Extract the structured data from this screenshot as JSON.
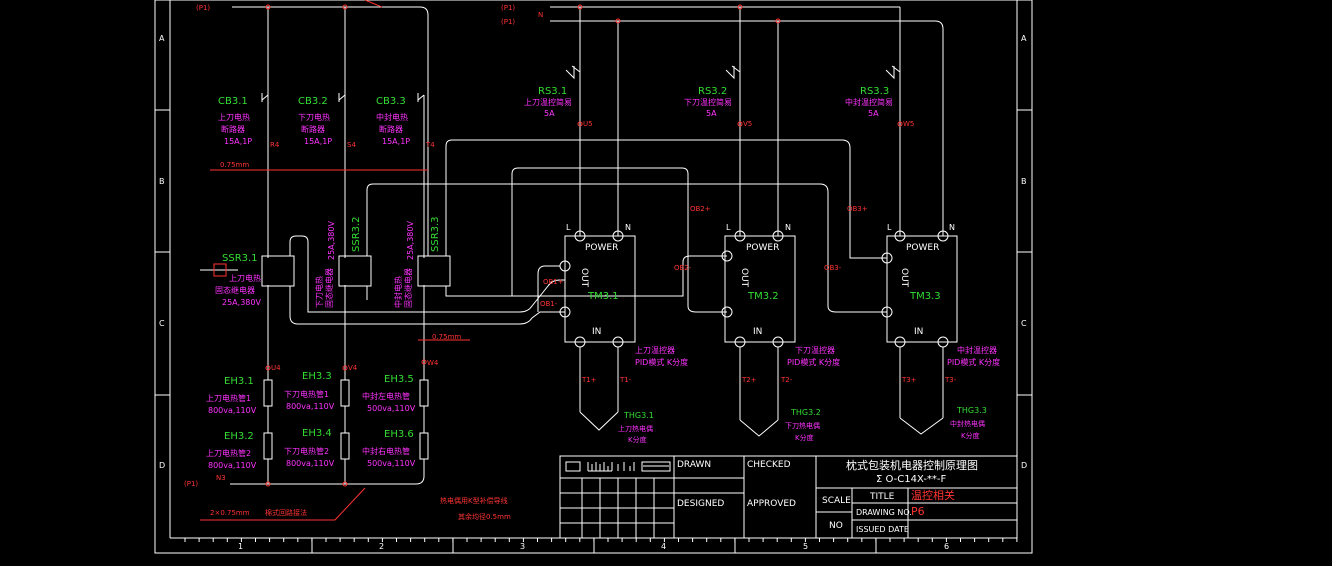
{
  "border": {
    "rows": [
      "A",
      "B",
      "C",
      "D"
    ],
    "cols": [
      "1",
      "2",
      "3",
      "4",
      "5",
      "6"
    ]
  },
  "breakers": [
    {
      "tag": "CB3.1",
      "line1": "上刀电热",
      "line2": "断路器",
      "rating": "15A,1P",
      "wire": "R4"
    },
    {
      "tag": "CB3.2",
      "line1": "下刀电热",
      "line2": "断路器",
      "rating": "15A,1P",
      "wire": "S4"
    },
    {
      "tag": "CB3.3",
      "line1": "中封电热",
      "line2": "断路器",
      "rating": "15A,1P",
      "wire": "T4"
    }
  ],
  "relays": [
    {
      "tag": "RS3.1",
      "line1": "上刀温控简易",
      "rating": "5A",
      "wire": "U5"
    },
    {
      "tag": "RS3.2",
      "line1": "下刀温控简易",
      "rating": "5A",
      "wire": "V5"
    },
    {
      "tag": "RS3.3",
      "line1": "中封温控简易",
      "rating": "5A",
      "wire": "W5"
    }
  ],
  "ssr": [
    {
      "tag": "SSR3.1",
      "line1": "上刀电热",
      "line2": "固态继电器",
      "rating": "25A,380V"
    },
    {
      "tag": "SSR3.2",
      "line1": "下刀电热",
      "line2": "固态继电器",
      "rating": "25A,380V"
    },
    {
      "tag": "SSR3.3",
      "line1": "中封电热",
      "line2": "固态继电器",
      "rating": "25A,380V"
    }
  ],
  "controllers": [
    {
      "tag": "TM3.1",
      "power": "POWER",
      "out": "OUT",
      "in": "IN",
      "desc1": "上刀温控器",
      "desc2": "PID模式 K分度",
      "wire_out_p": "OB1+",
      "wire_out_n": "OB1-",
      "tc_p": "T1+",
      "tc_n": "T1-"
    },
    {
      "tag": "TM3.2",
      "power": "POWER",
      "out": "OUT",
      "in": "IN",
      "desc1": "下刀温控器",
      "desc2": "PID模式 K分度",
      "wire_out_p": "OB2+",
      "wire_out_n": "OB2-",
      "tc_p": "T2+",
      "tc_n": "T2-"
    },
    {
      "tag": "TM3.3",
      "power": "POWER",
      "out": "OUT",
      "in": "IN",
      "desc1": "中封温控器",
      "desc2": "PID模式 K分度",
      "wire_out_p": "OB3+",
      "wire_out_n": "OB3-",
      "tc_p": "T3+",
      "tc_n": "T3-"
    }
  ],
  "thermocouples": [
    {
      "tag": "THG3.1",
      "line1": "上刀热电偶",
      "line2": "K分度"
    },
    {
      "tag": "THG3.2",
      "line1": "下刀热电偶",
      "line2": "K分度"
    },
    {
      "tag": "THG3.3",
      "line1": "中封热电偶",
      "line2": "K分度"
    }
  ],
  "heaters": [
    {
      "tag": "EH3.1",
      "line1": "上刀电热管1",
      "rating": "800va,110V"
    },
    {
      "tag": "EH3.2",
      "line1": "上刀电热管2",
      "rating": "800va,110V"
    },
    {
      "tag": "EH3.3",
      "line1": "下刀电热管1",
      "rating": "800va,110V"
    },
    {
      "tag": "EH3.4",
      "line1": "下刀电热管2",
      "rating": "800va,110V"
    },
    {
      "tag": "EH3.5",
      "line1": "中封左电热管",
      "rating": "500va,110V"
    },
    {
      "tag": "EH3.6",
      "line1": "中封右电热管",
      "rating": "500va,110V"
    }
  ],
  "wires": {
    "u4": "U4",
    "v4": "V4",
    "w4": "W4",
    "p1": "(P1)",
    "n": "N",
    "n3": "N3"
  },
  "notes": {
    "wire_075_top": "0.75mm",
    "wire_075_mid": "0.75mm",
    "bottom_wire": "2×0.75mm",
    "bottom_wire_desc": "棉式回路接法",
    "tc_note1": "热电偶用K型补偿导线",
    "tc_note2": "其余均径0.5mm"
  },
  "title_block": {
    "drawn": "DRAWN",
    "checked": "CHECKED",
    "designed": "DESIGNED",
    "approved": "APPROVED",
    "company": "枕式包装机电器控制原理图",
    "model": "Σ O-C14X-**-F",
    "scale": "SCALE",
    "title_label": "TITLE",
    "title_value": "温控相关",
    "drawing_no_label": "DRAWING NO.",
    "drawing_no_value": "P6",
    "no_label": "NO",
    "issued_label": "ISSUED DATE"
  },
  "colors": {
    "line": "#ffffff",
    "tag": "#33dd33",
    "desc": "#ff33ff",
    "wire": "#ff3333"
  }
}
